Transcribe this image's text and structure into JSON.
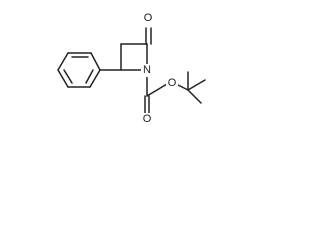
{
  "molecule": {
    "atoms": {
      "ketone_oxygen": "O",
      "ring_nitrogen": "N",
      "carbamate_carbonyl_oxygen": "O",
      "ester_oxygen": "O"
    }
  },
  "colors": {
    "bond": "#222222",
    "background": "#ffffff"
  }
}
